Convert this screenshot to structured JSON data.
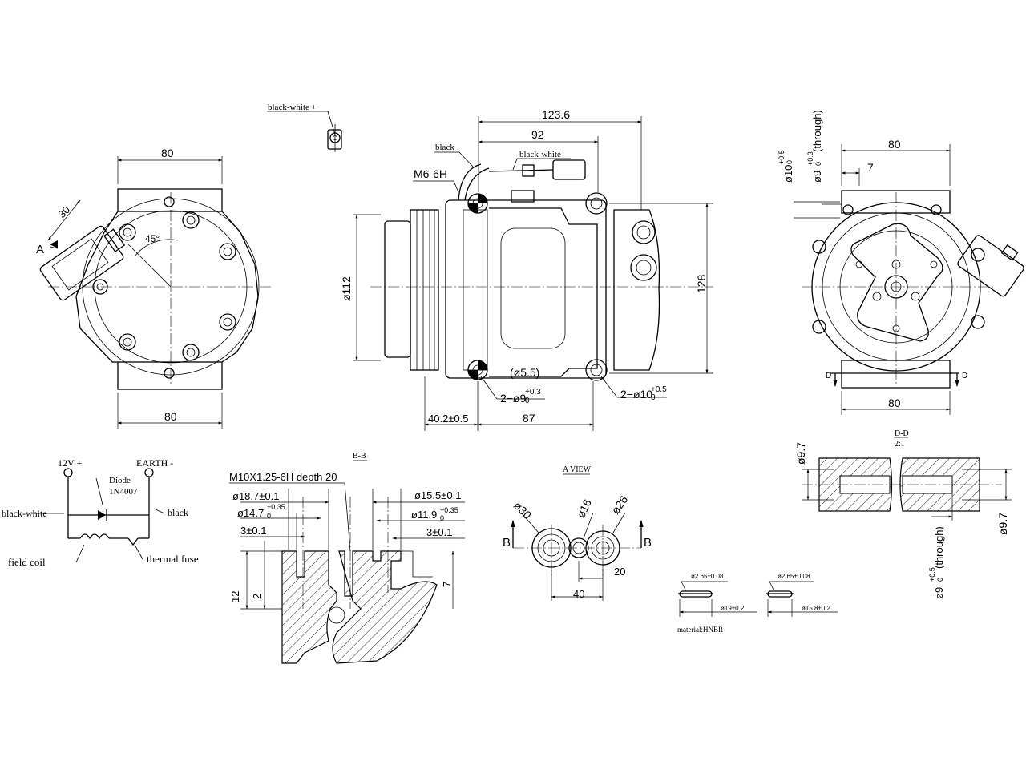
{
  "connector": {
    "label": "black-white +"
  },
  "front_view": {
    "dim_top": "80",
    "dim_bottom": "80",
    "dim_30": "30",
    "angle": "45°",
    "view_A": "A"
  },
  "side_view": {
    "dim_123": "123.6",
    "dim_92": "92",
    "wire_black": "black",
    "wire_bw": "black-white",
    "thread": "M6-6H",
    "dia_112": "ø112",
    "dim_128": "128",
    "hole_55": "(ø5.5)",
    "holes_9": "2−ø9",
    "holes_9_tol": "+0.3",
    "holes_9_tol0": "0",
    "holes_10": "2−ø10",
    "holes_10_tol": "+0.5",
    "holes_10_tol0": "0",
    "dim_40": "40.2±0.5",
    "dim_87": "87"
  },
  "rear_view": {
    "dim_80_top": "80",
    "dim_7": "7",
    "dim_80_bottom": "80",
    "section_D": "D",
    "hole10": "ø10",
    "hole10_tol": "+0.5",
    "hole10_tol0": "0",
    "hole9": "ø9",
    "hole9_tol": "+0.3",
    "hole9_tol0": "0",
    "through": "(through)"
  },
  "circuit": {
    "v12": "12V +",
    "earth": "EARTH -",
    "diode": "Diode",
    "diode_part": "1N4007",
    "black_white": "black-white",
    "black": "black",
    "field_coil": "field coil",
    "thermal_fuse": "thermal fuse"
  },
  "section_bb": {
    "title": "B-B",
    "thread": "M10X1.25-6H depth 20",
    "d187": "ø18.7±0.1",
    "d147": "ø14.7",
    "d147_tol": "+0.35",
    "d147_tol0": "0",
    "d3a": "3±0.1",
    "d155": "ø15.5±0.1",
    "d119": "ø11.9",
    "d119_tol": "+0.35",
    "d119_tol0": "0",
    "d3b": "3±0.1",
    "v12": "12",
    "v2": "2",
    "v7": "7"
  },
  "a_view": {
    "title": "A VIEW",
    "d30": "ø30",
    "d16": "ø16",
    "d26": "ø26",
    "dim_40": "40",
    "dim_20": "20",
    "B": "B"
  },
  "oring": {
    "a_wire": "ø2.65±0.08",
    "a_id": "ø19±0.2",
    "b_wire": "ø2.65±0.08",
    "b_id": "ø15.8±0.2",
    "material": "material:HNBR"
  },
  "section_dd": {
    "title": "D-D",
    "scale": "2:1",
    "d97a": "ø9.7",
    "d97b": "ø9.7",
    "hole": "ø9",
    "hole_tol": "+0.5",
    "hole_tol0": "0",
    "through": "(through)"
  }
}
